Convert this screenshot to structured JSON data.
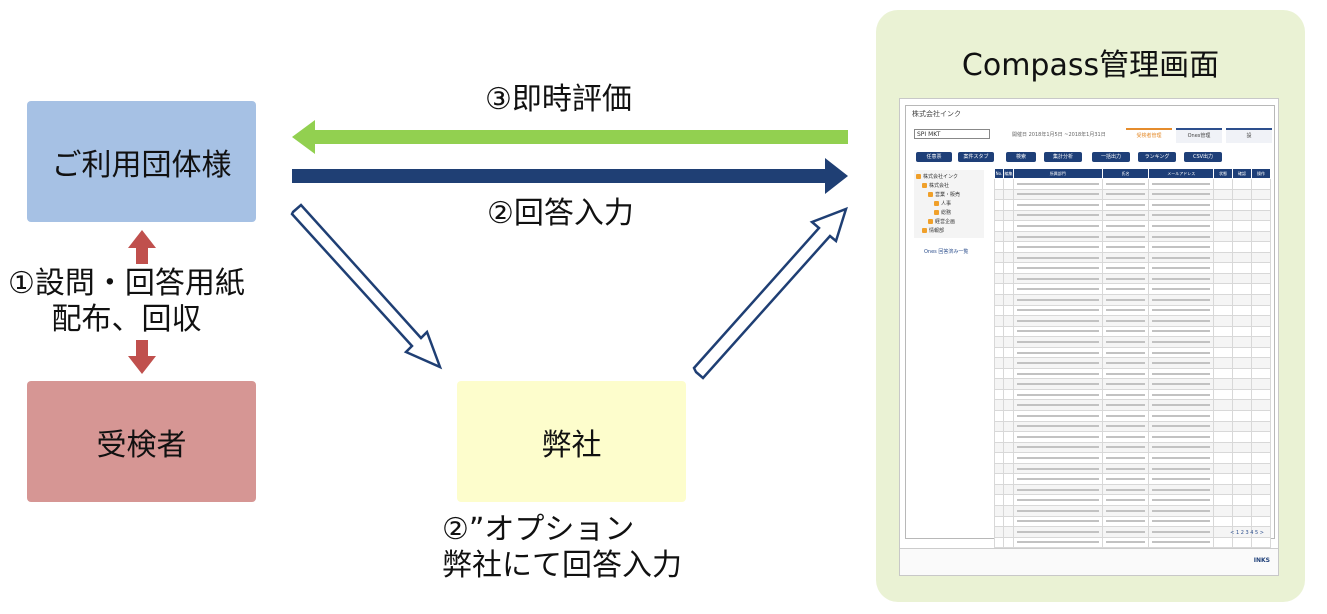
{
  "client": "ご利用団体様",
  "examinee": "受検者",
  "company": "弊社",
  "compass_title": "Compass管理画面",
  "label_eval": "③即時評価",
  "label_input": "②回答入力",
  "label_distribute_line1": "①設問・回答用紙",
  "label_distribute_line2": "配布、回収",
  "label_option_line1": "②”オプション",
  "label_option_line2": "弊社にて回答入力",
  "screenshot": {
    "company_name": "株式会社インク",
    "select_value": "SPI MKT",
    "info_text": "開催日 2018年1月5日 ~2018年1月31日",
    "tabs": [
      "受検者管理",
      "Ones管理",
      "設"
    ],
    "buttons": [
      "任意票",
      "案件スタブ",
      "検索",
      "集計分析",
      "一括出力",
      "ランキング",
      "CSV出力"
    ],
    "tree": [
      "株式会社インク",
      "株式会社",
      "営業・販売",
      "人事",
      "総務",
      "経営企画",
      "情報部"
    ],
    "link": "Ones 回答済み一覧",
    "table_headers": [
      "No.",
      "編集",
      "所属部門",
      "氏名",
      "メールアドレス",
      "状態",
      "確認",
      "操作"
    ],
    "pagination": "< 1 2 3 4 5 >",
    "footer_logo": "INKS"
  },
  "colors": {
    "client_bg": "#a6c1e4",
    "examinee_bg": "#d69694",
    "company_bg": "#fdfdcc",
    "panel_bg": "#eaf2d4",
    "arrow_green": "#92d050",
    "arrow_navy": "#1f3f74",
    "arrow_red": "#c0504d"
  }
}
